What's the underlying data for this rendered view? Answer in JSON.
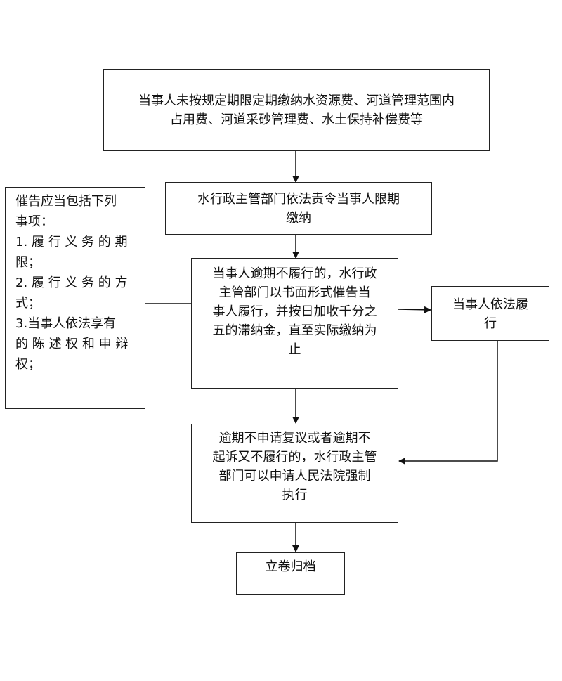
{
  "nodes": {
    "start": {
      "lines": [
        "当事人未按规定期限定期缴纳水资源费、河道管理范围内",
        "占用费、河道采砂管理费、水土保持补偿费等"
      ]
    },
    "order": {
      "lines": [
        "水行政主管部门依法责令当事人限期",
        "缴纳"
      ]
    },
    "urge": {
      "lines": [
        "当事人逾期不履行的，水行政",
        "主管部门以书面形式催告当",
        "事人履行，并按日加收千分之",
        "五的滞纳金，直至实际缴纳为",
        "止"
      ]
    },
    "comply": {
      "lines": [
        "当事人依法履",
        "行"
      ]
    },
    "enforce": {
      "lines": [
        "逾期不申请复议或者逾期不",
        "起诉又不履行的，水行政主管",
        "部门可以申请人民法院强制",
        "执行"
      ]
    },
    "archive": {
      "lines": [
        "立卷归档"
      ]
    }
  },
  "notice": {
    "lines": [
      "催告应当包括下列",
      "事项：",
      "1. 履 行 义 务 的 期",
      "限；",
      "2. 履 行 义 务 的 方",
      "式；",
      "3.当事人依法享有",
      "的 陈 述 权 和 申 辩",
      "权；"
    ]
  }
}
